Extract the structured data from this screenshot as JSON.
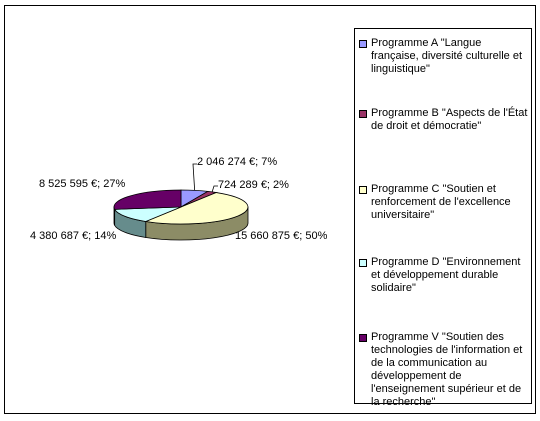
{
  "chart_data": {
    "type": "pie",
    "title": "",
    "slices": [
      {
        "name": "Programme A \"Langue française, diversité culturelle et linguistique\"",
        "value": 2046274,
        "percent": 7,
        "label": "2 046 274 €; 7%",
        "color": "#9999FF",
        "side": "#5E5EA8"
      },
      {
        "name": "Programme B \"Aspects de l'État de droit et démocratie\"",
        "value": 724289,
        "percent": 2,
        "label": "724 289 €; 2%",
        "color": "#993366",
        "side": "#5C1F3D"
      },
      {
        "name": "Programme C \"Soutien et renforcement de l'excellence universitaire\"",
        "value": 15660875,
        "percent": 50,
        "label": "15 660 875 €; 50%",
        "color": "#FFFFCC",
        "side": "#8C8C66"
      },
      {
        "name": "Programme D \"Environnement et développement durable solidaire\"",
        "value": 4380687,
        "percent": 14,
        "label": "4 380 687 €; 14%",
        "color": "#CCFFFF",
        "side": "#668C8C"
      },
      {
        "name": "Programme V \"Soutien des technologies de l'information et de la communication au développement de l'enseignement supérieur et de la recherche\"",
        "value": 8525595,
        "percent": 27,
        "label": "8 525 595 €; 27%",
        "color": "#660066",
        "side": "#3D003D"
      }
    ],
    "legend_position": "right"
  }
}
